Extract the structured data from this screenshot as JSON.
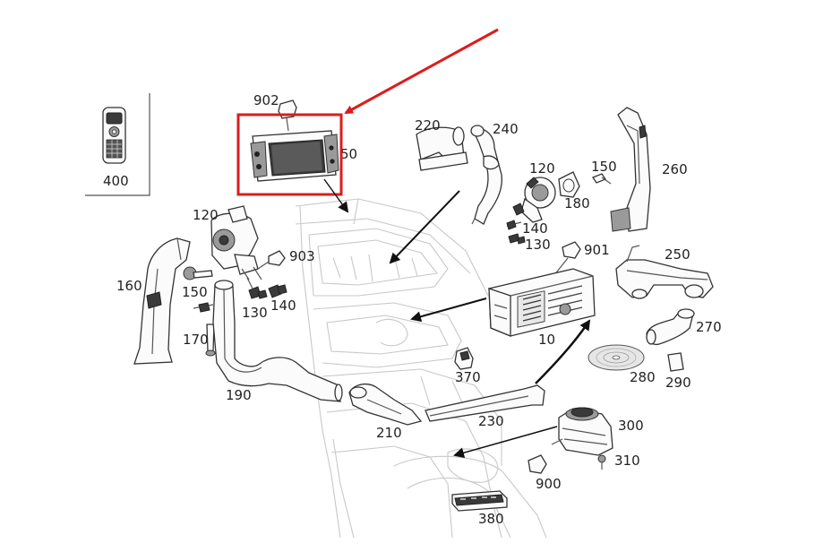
{
  "colors": {
    "highlight": "#dd1c1c",
    "line": "#333333",
    "label": "#222222",
    "interior": "#c8c8c8"
  },
  "labels": {
    "p400": "400",
    "p902": "902",
    "p50": "50",
    "p220": "220",
    "p240": "240",
    "p120a": "120",
    "p150a": "150",
    "p260": "260",
    "p180": "180",
    "p140a": "140",
    "p130a": "130",
    "p120b": "120",
    "p903": "903",
    "p160": "160",
    "p150b": "150",
    "p130b": "130",
    "p140b": "140",
    "p170": "170",
    "p190": "190",
    "p901": "901",
    "p250": "250",
    "p10": "10",
    "p270": "270",
    "p370": "370",
    "p280": "280",
    "p290": "290",
    "p230": "230",
    "p210": "210",
    "p300": "300",
    "p310": "310",
    "p900": "900",
    "p380": "380"
  },
  "highlight": {
    "target": "head unit display (50)"
  }
}
